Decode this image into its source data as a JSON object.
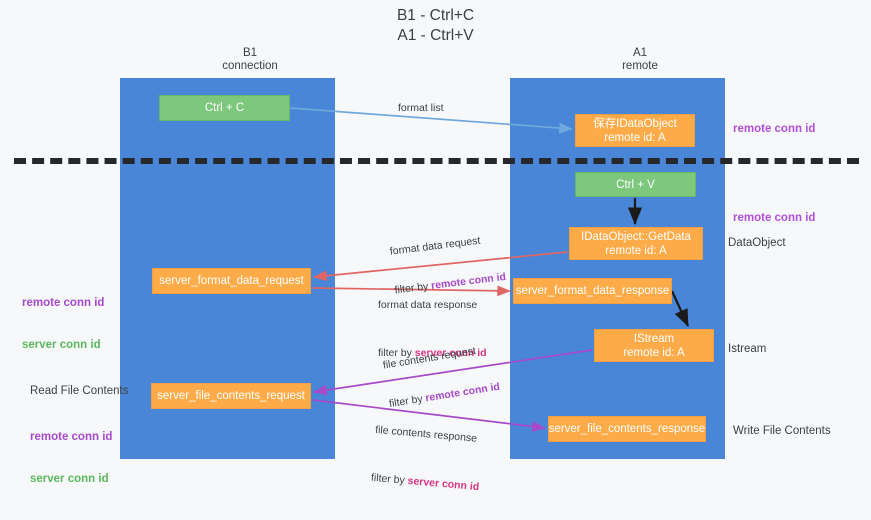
{
  "title": "B1 - Ctrl+C\nA1 - Ctrl+V",
  "columns": {
    "left": {
      "label": "B1\nconnection"
    },
    "right": {
      "label": "A1\nremote"
    }
  },
  "nodes": {
    "ctrl_c": {
      "label": "Ctrl + C",
      "color": "#7ec87e"
    },
    "idataobject": {
      "label": "保存IDataObject\nremote id: A",
      "color": "#fcab48"
    },
    "ctrl_v": {
      "label": "Ctrl + V",
      "color": "#7ec87e"
    },
    "getdata": {
      "label": "IDataObject::GetData\nremote id: A",
      "color": "#fcab48"
    },
    "server_format_data_request": {
      "label": "server_format_data_request",
      "color": "#fcab48"
    },
    "server_format_data_response": {
      "label": "server_format_data_response",
      "color": "#fcab48"
    },
    "istream": {
      "label": "IStream\nremote id: A",
      "color": "#fcab48"
    },
    "server_file_contents_request": {
      "label": "server_file_contents_request",
      "color": "#fcab48"
    },
    "server_file_contents_response": {
      "label": "server_file_contents_response",
      "color": "#fcab48"
    }
  },
  "edges": {
    "format_list": {
      "label": "format list"
    },
    "format_data_request": {
      "label": "format data request",
      "filter_prefix": "filter by ",
      "filter_key": "remote conn id"
    },
    "format_data_response": {
      "label": "format data response",
      "filter_prefix": "filter by ",
      "filter_key": "server conn id"
    },
    "file_contents_request": {
      "label": "file contents request",
      "filter_prefix": "filter by ",
      "filter_key": "remote conn id"
    },
    "file_contents_response": {
      "label": "file contents response",
      "filter_prefix": "filter by ",
      "filter_key": "server conn id"
    }
  },
  "annotations": {
    "remote_conn_id_top": {
      "text": "remote conn id"
    },
    "remote_conn_id_mid": {
      "text": "remote conn id"
    },
    "dataobject": {
      "text": "DataObject"
    },
    "istream": {
      "text": "Istream"
    },
    "write_file_contents": {
      "text": "Write File Contents"
    },
    "read_file_contents": {
      "text": "Read File Contents"
    },
    "left_remote_conn_id_mid": {
      "text": "remote conn id"
    },
    "left_server_conn_id_mid": {
      "text": "server conn id"
    },
    "left_remote_conn_id_bot": {
      "text": "remote conn id"
    },
    "left_server_conn_id_bot": {
      "text": "server conn id"
    }
  },
  "colors": {
    "lane": "#4a86d8",
    "green_node": "#7ec87e",
    "orange_node": "#fcab48",
    "purple": "#b14fd8",
    "green_text": "#5cb85c",
    "magenta": "#d63384",
    "arrow_blue": "#6fa8dc",
    "arrow_red": "#e06666",
    "arrow_purple": "#a64ac9",
    "arrow_black": "#1a1a1a",
    "divider": "#26282b",
    "background": "#f7f8f9"
  }
}
